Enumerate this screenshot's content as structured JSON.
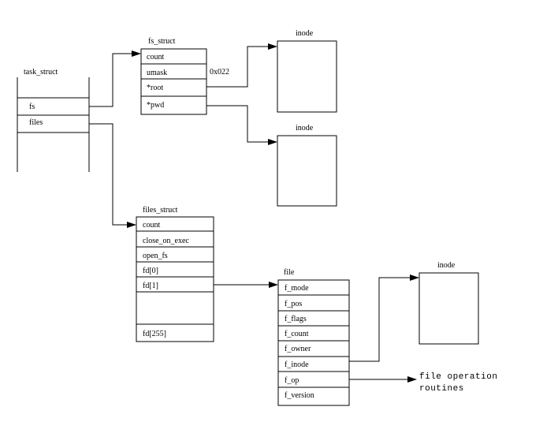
{
  "task_struct": {
    "title": "task_struct",
    "fields": [
      "fs",
      "files"
    ]
  },
  "fs_struct": {
    "title": "fs_struct",
    "fields": [
      "count",
      "umask",
      "*root",
      "*pwd"
    ],
    "umask_value": "0x022"
  },
  "fs_inodes": [
    "inode",
    "inode"
  ],
  "files_struct": {
    "title": "files_struct",
    "fields": [
      "count",
      "close_on_exec",
      "open_fs",
      "fd[0]",
      "fd[1]",
      "fd[255]"
    ]
  },
  "file": {
    "title": "file",
    "fields": [
      "f_mode",
      "f_pos",
      "f_flags",
      "f_count",
      "f_owner",
      "f_inode",
      "f_op",
      "f_version"
    ]
  },
  "file_inode": "inode",
  "file_ops_label": [
    "file operation",
    "routines"
  ]
}
